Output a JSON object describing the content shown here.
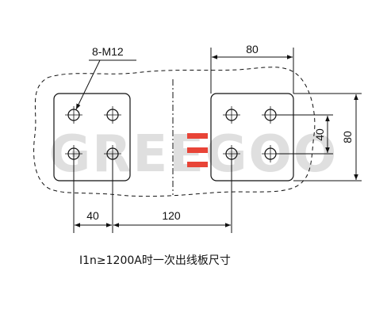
{
  "diagram": {
    "hole_label": "8-M12",
    "dimensions": {
      "right_plate_width": "80",
      "hole_spacing_vertical": "40",
      "plate_height": "80",
      "hole_spacing_horizontal": "40",
      "plate_offset": "120"
    },
    "watermark": "GREEGOO",
    "caption": "I1n≥1200A时一次出线板尺寸"
  },
  "colors": {
    "line": "#111111",
    "watermark_gray": "#dcdcdc",
    "watermark_red": "#e63022"
  }
}
